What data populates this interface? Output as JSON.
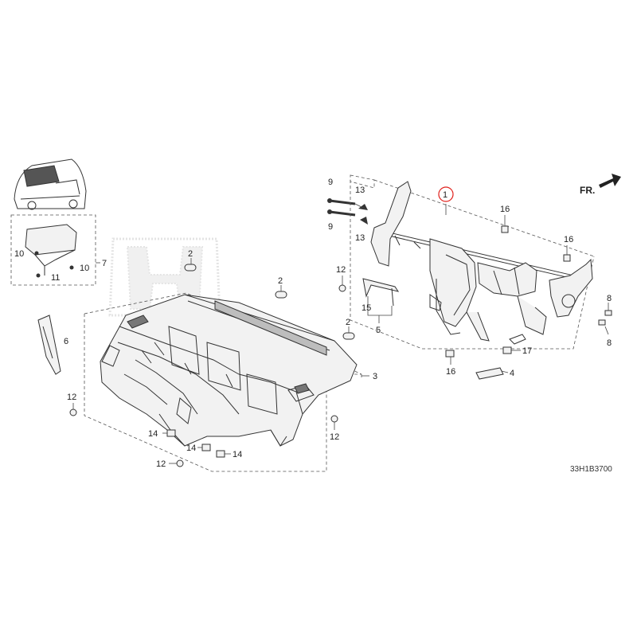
{
  "diagram_code": "33H1B3700",
  "direction_label": "FR.",
  "callouts": [
    {
      "id": "c1",
      "text": "1",
      "highlight": true
    },
    {
      "id": "c2a",
      "text": "2"
    },
    {
      "id": "c2b",
      "text": "2"
    },
    {
      "id": "c2c",
      "text": "2"
    },
    {
      "id": "c3",
      "text": "3"
    },
    {
      "id": "c4",
      "text": "4"
    },
    {
      "id": "c5",
      "text": "5"
    },
    {
      "id": "c6",
      "text": "6"
    },
    {
      "id": "c7",
      "text": "7"
    },
    {
      "id": "c8a",
      "text": "8"
    },
    {
      "id": "c8b",
      "text": "8"
    },
    {
      "id": "c9a",
      "text": "9"
    },
    {
      "id": "c9b",
      "text": "9"
    },
    {
      "id": "c10a",
      "text": "10"
    },
    {
      "id": "c10b",
      "text": "10"
    },
    {
      "id": "c11",
      "text": "11"
    },
    {
      "id": "c12a",
      "text": "12"
    },
    {
      "id": "c12b",
      "text": "12"
    },
    {
      "id": "c12c",
      "text": "12"
    },
    {
      "id": "c12d",
      "text": "12"
    },
    {
      "id": "c13a",
      "text": "13"
    },
    {
      "id": "c13b",
      "text": "13"
    },
    {
      "id": "c14a",
      "text": "14"
    },
    {
      "id": "c14b",
      "text": "14"
    },
    {
      "id": "c14c",
      "text": "14"
    },
    {
      "id": "c15",
      "text": "15"
    },
    {
      "id": "c16a",
      "text": "16"
    },
    {
      "id": "c16b",
      "text": "16"
    },
    {
      "id": "c16c",
      "text": "16"
    },
    {
      "id": "c17",
      "text": "17"
    }
  ],
  "colors": {
    "highlight": "#e0201b",
    "line": "#333333",
    "watermark": "#d8d8d8"
  },
  "icons": [
    "car-locator-icon",
    "direction-arrow-icon",
    "honda-logo-watermark"
  ]
}
